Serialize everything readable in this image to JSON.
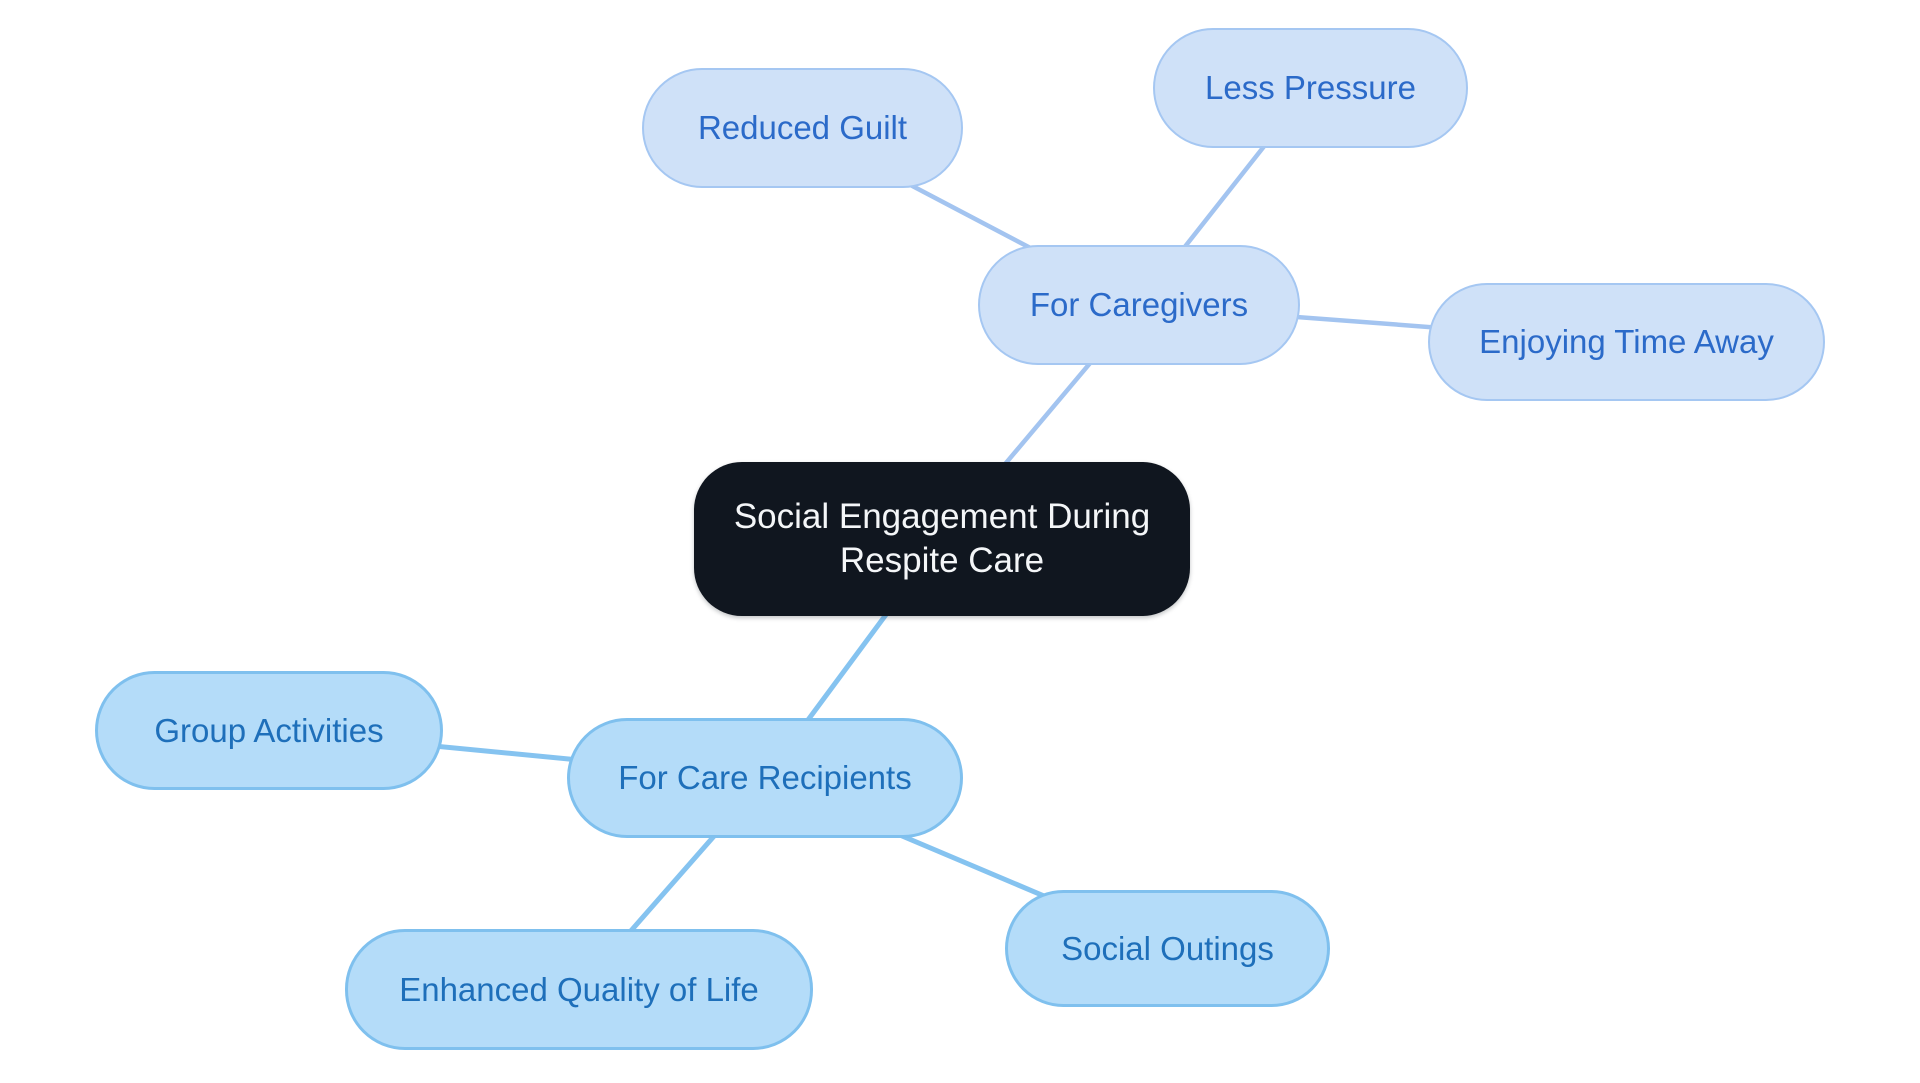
{
  "mindmap": {
    "root": {
      "label": "Social Engagement During Respite Care"
    },
    "branches": [
      {
        "label": "For Caregivers",
        "children": [
          {
            "label": "Reduced Guilt"
          },
          {
            "label": "Less Pressure"
          },
          {
            "label": "Enjoying Time Away"
          }
        ]
      },
      {
        "label": "For Care Recipients",
        "children": [
          {
            "label": "Group Activities"
          },
          {
            "label": "Enhanced Quality of Life"
          },
          {
            "label": "Social Outings"
          }
        ]
      }
    ]
  },
  "colors": {
    "root_fill": "#10161f",
    "root_text": "#f4f6f8",
    "branch1_fill": "#cfe1f8",
    "branch1_border": "#a5c7f2",
    "branch1_text": "#2b6ac9",
    "branch1_line": "#a3c4f0",
    "branch2_fill": "#b4dcf9",
    "branch2_border": "#7fc0ee",
    "bran2_text_unused": "#1e6fba",
    "branch2_text": "#1e6fba",
    "branch2_line": "#85c3f0"
  }
}
